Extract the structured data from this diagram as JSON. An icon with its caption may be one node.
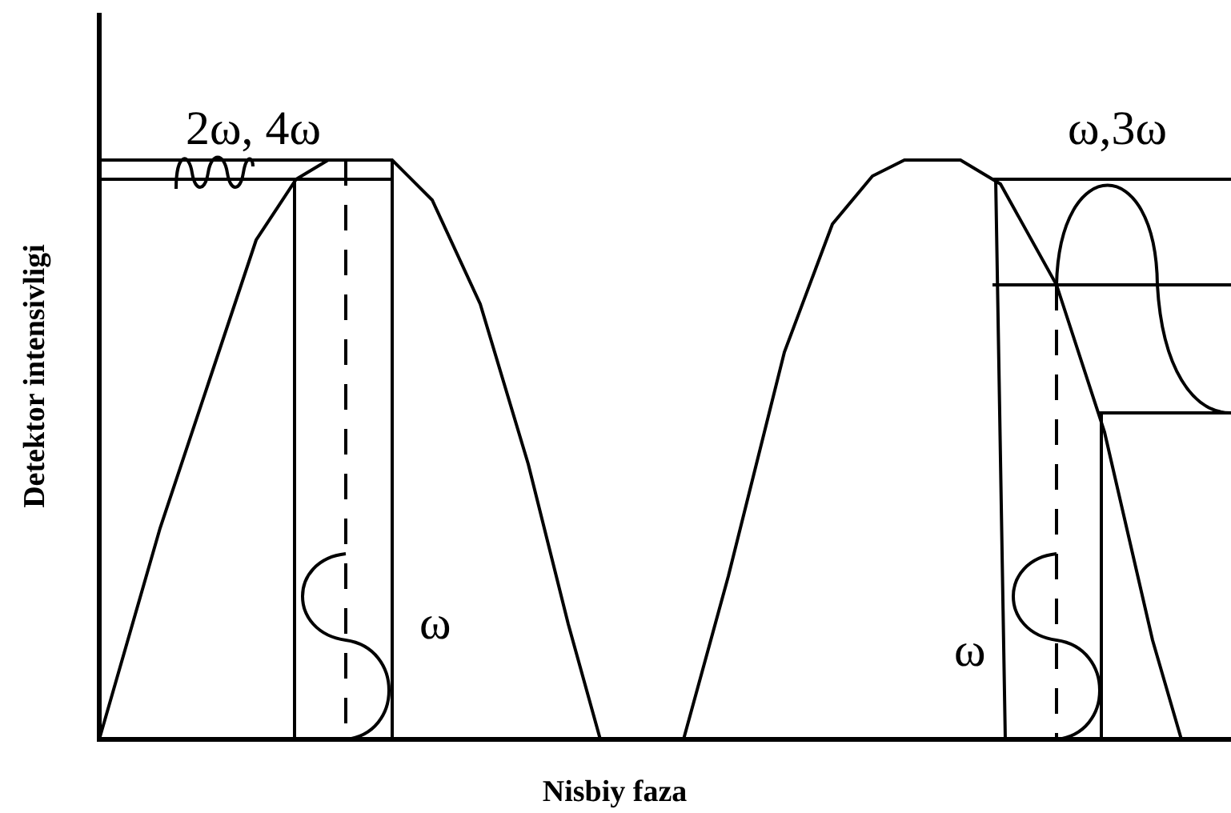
{
  "diagram": {
    "labels": [
      "2ω, 4ω",
      "ω,3ω",
      "ω",
      "ω",
      "Detektor intensivligi",
      "Nisbiy faza"
    ]
  }
}
